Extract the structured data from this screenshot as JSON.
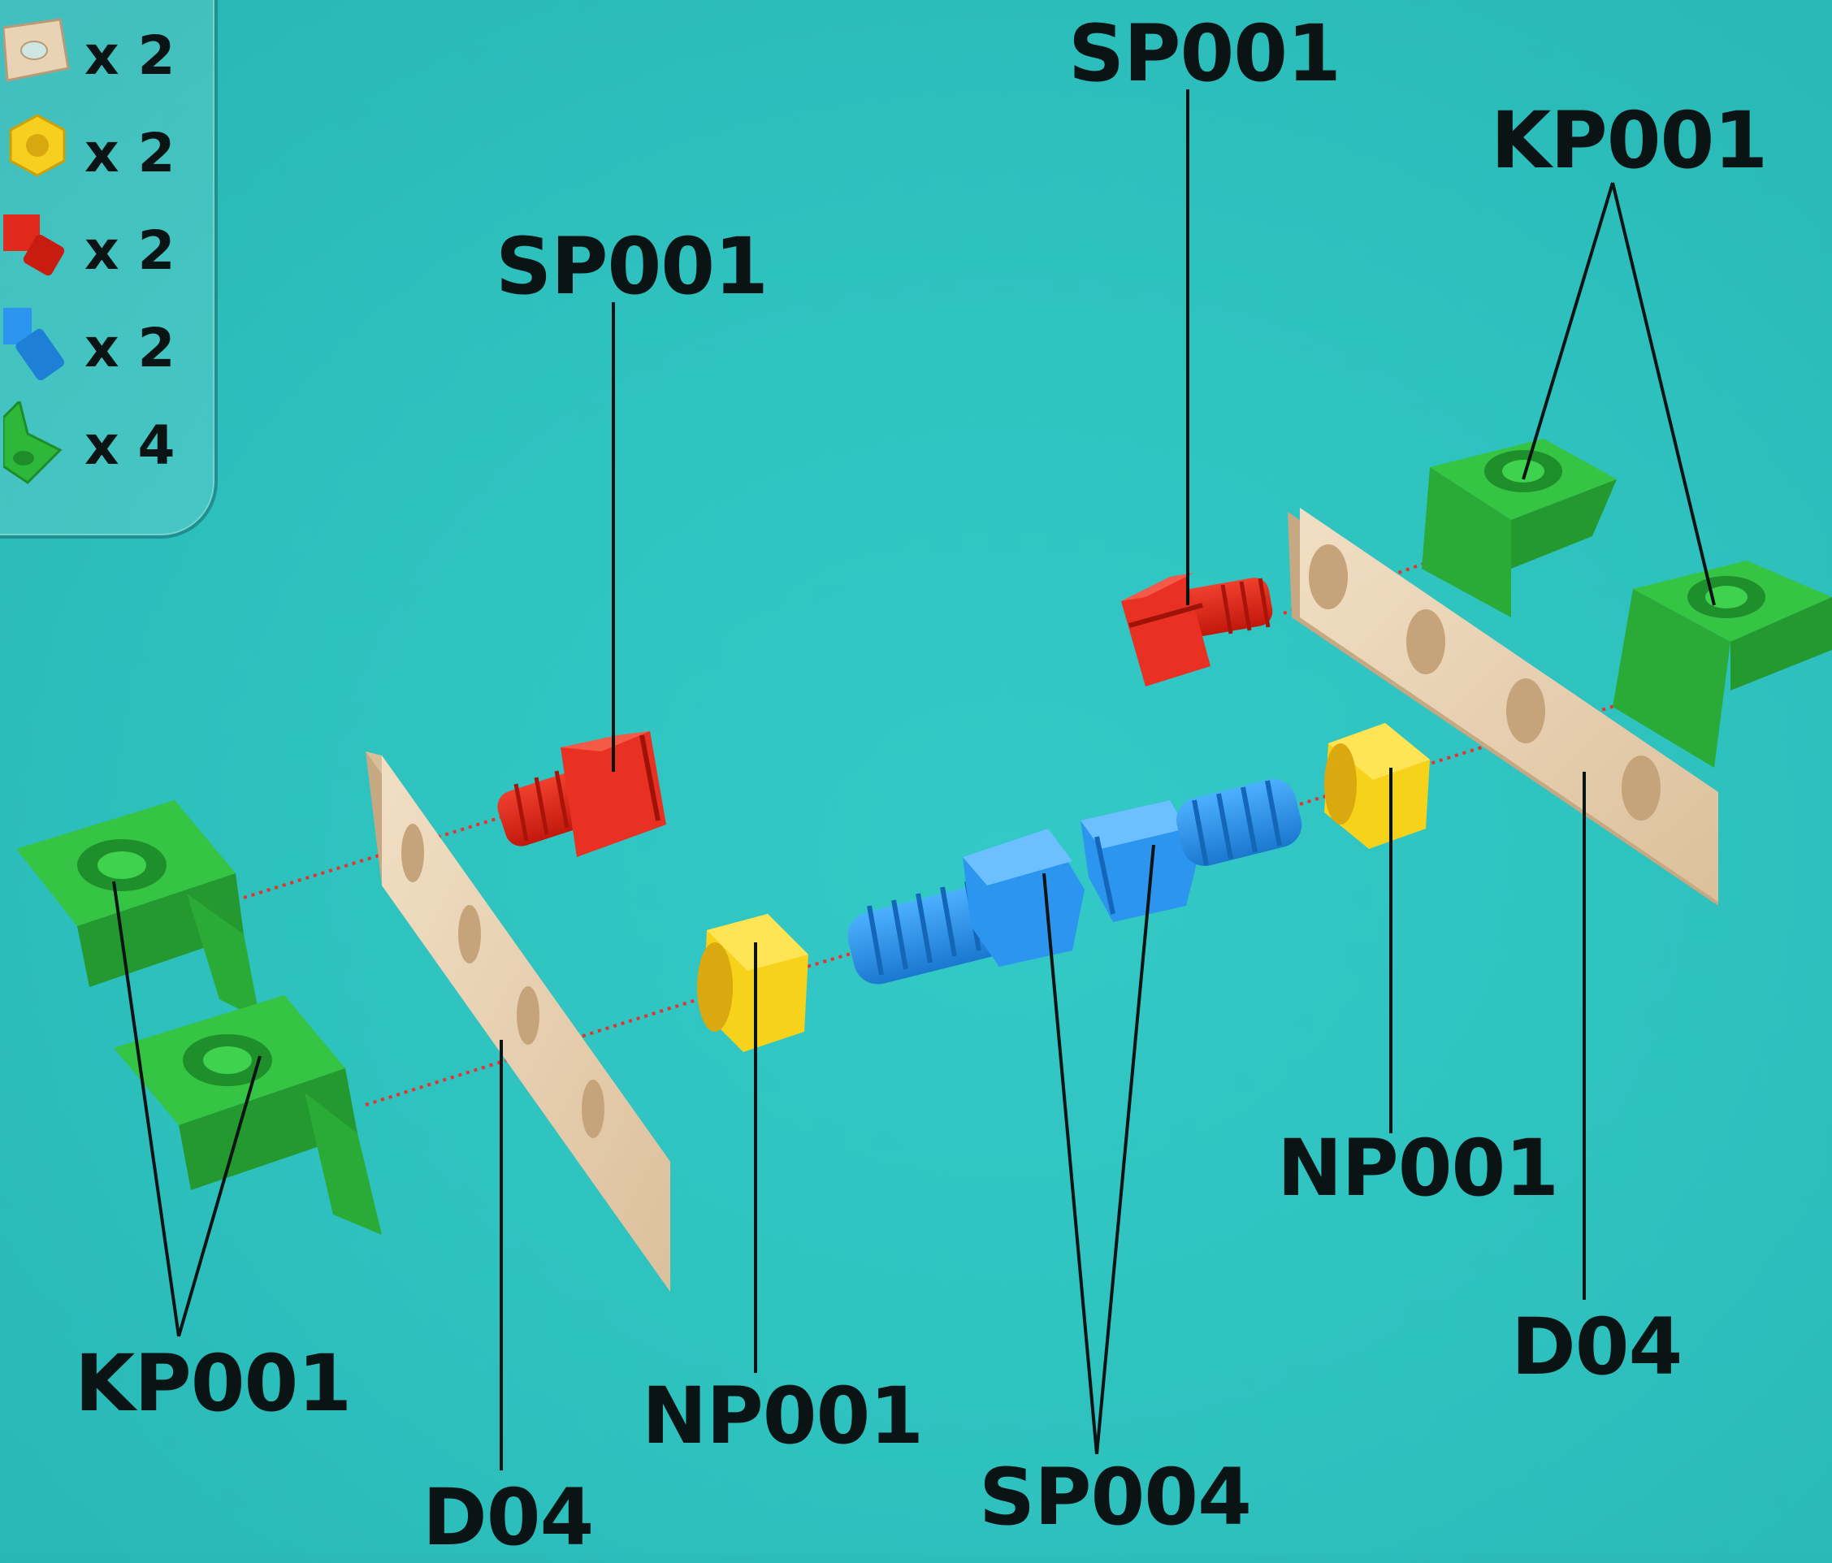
{
  "legend": {
    "items": [
      {
        "part": "wooden-plate",
        "count": "x 2",
        "color": "#e9d3b5"
      },
      {
        "part": "nut",
        "count": "x 2",
        "color": "#f7cf1f"
      },
      {
        "part": "red-screw",
        "count": "x 2",
        "color": "#e02a1c"
      },
      {
        "part": "blue-screw",
        "count": "x 2",
        "color": "#2b95ef"
      },
      {
        "part": "corner-bracket",
        "count": "x 4",
        "color": "#2db83a"
      }
    ]
  },
  "callouts": {
    "sp001_left": "SP001",
    "sp001_right": "SP001",
    "kp001_top": "KP001",
    "kp001_bottom": "KP001",
    "d04_left": "D04",
    "d04_right": "D04",
    "np001_left": "NP001",
    "np001_right": "NP001",
    "sp004": "SP004"
  },
  "colors": {
    "background": "#2fc3c0",
    "wood": "#e9d3b5",
    "nut": "#f7cf1f",
    "red_screw": "#e02a1c",
    "blue_screw": "#2b95ef",
    "bracket": "#2db83a",
    "guide_line": "#e8322e"
  }
}
